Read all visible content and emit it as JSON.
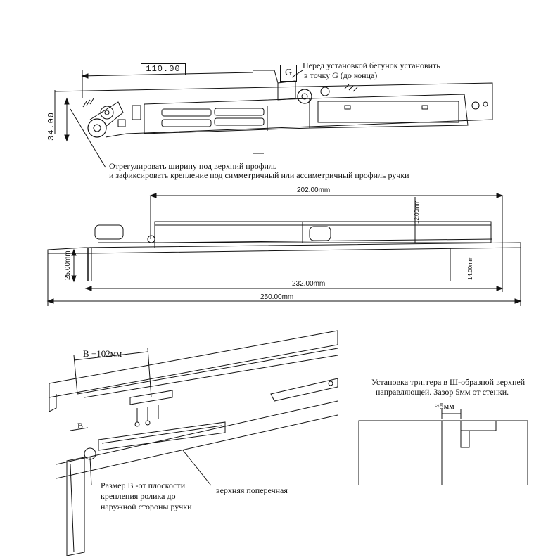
{
  "top": {
    "dim_110": "110.00",
    "dim_34": "34.00",
    "point_g": "G",
    "note_g_line1": "Перед установкой бегунок установить",
    "note_g_line2": "в точку G (до конца)",
    "note_adjust_line1": "Отрегулировать ширину под верхний профиль",
    "note_adjust_line2": "и зафиксировать крепление под симметричный или ассиметричный профиль ручки"
  },
  "middle": {
    "dim_202": "202.00mm",
    "dim_12": "12.00mm",
    "dim_25": "25.00mm",
    "dim_14": "14.00mm",
    "dim_232": "232.00mm",
    "dim_250": "250.00mm"
  },
  "bottom_left": {
    "dim_b102": "В +102мм",
    "dim_b": "В",
    "note_b_line1": "Размер В -от плоскости",
    "note_b_line2": "крепления ролика до",
    "note_b_line3": "наружной стороны ручки",
    "note_rail": "верхняя поперечная"
  },
  "bottom_right": {
    "title_line1": "Установка триггера в Ш-образной верхней",
    "title_line2": "направляющей.    Зазор 5мм от стенки.",
    "gap_label": "≈5мм"
  }
}
